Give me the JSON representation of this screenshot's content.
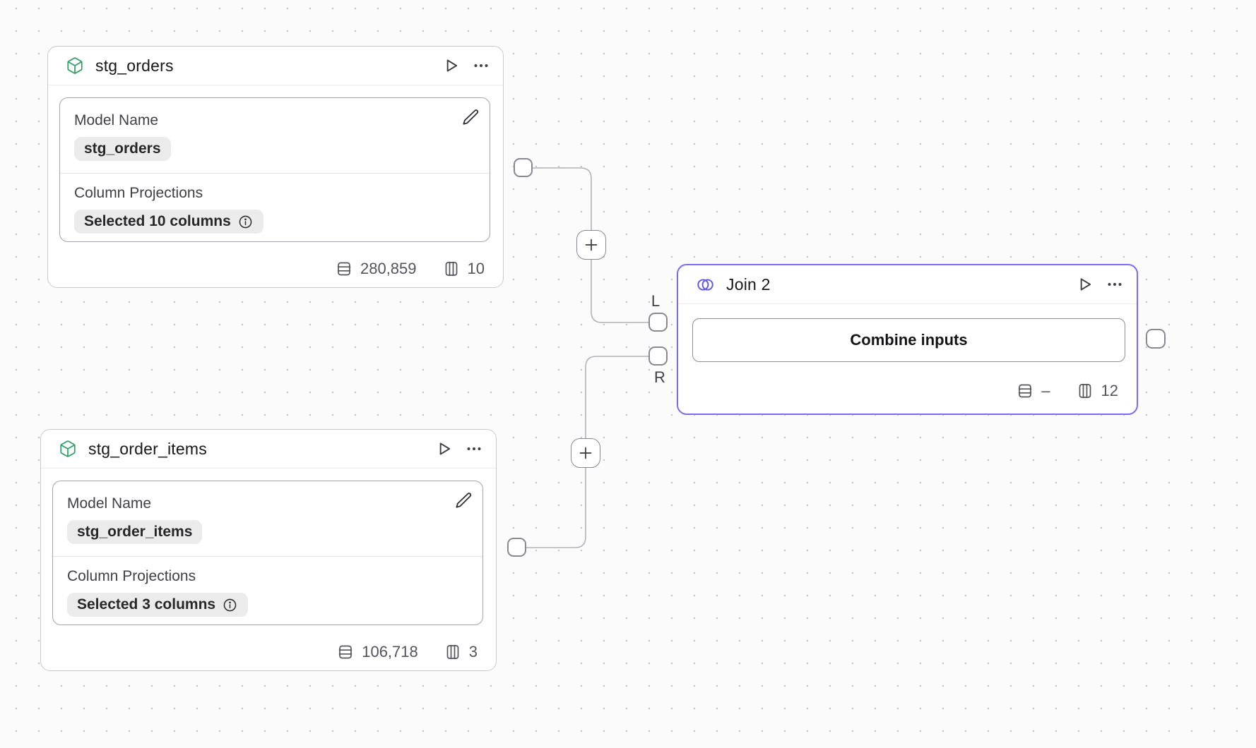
{
  "nodes": [
    {
      "title": "stg_orders",
      "icon": "box-icon",
      "fields": [
        {
          "label": "Model Name",
          "value": "stg_orders"
        },
        {
          "label": "Column Projections",
          "value": "Selected 10 columns",
          "info": "info-icon"
        }
      ],
      "stats": {
        "rows": "280,859",
        "columns": "10"
      }
    },
    {
      "title": "stg_order_items",
      "icon": "box-icon",
      "fields": [
        {
          "label": "Model Name",
          "value": "stg_order_items"
        },
        {
          "label": "Column Projections",
          "value": "Selected 3 columns",
          "info": "info-icon"
        }
      ],
      "stats": {
        "rows": "106,718",
        "columns": "3"
      }
    },
    {
      "title": "Join 2",
      "icon": "join-icon",
      "selected": true,
      "action_label": "Combine inputs",
      "port_labels": {
        "left": "L",
        "right": "R"
      },
      "stats": {
        "rows": "–",
        "columns": "12"
      }
    }
  ],
  "edges": [
    {
      "from": "stg_orders",
      "to": "Join 2",
      "to_port": "L"
    },
    {
      "from": "stg_order_items",
      "to": "Join 2",
      "to_port": "R"
    }
  ],
  "colors": {
    "model_icon_green": "#2f9e68",
    "join_icon_purple": "#6157e6",
    "selected_border": "#7a6bf0",
    "edge": "#b4b1b8"
  }
}
